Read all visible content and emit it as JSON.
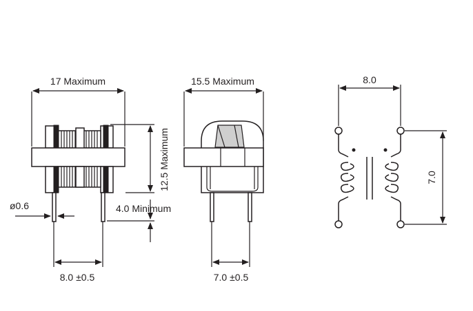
{
  "front_view": {
    "width_label": "17 Maximum",
    "height_label": "12.5 Maximum",
    "pin_diameter_label": "ø0.6",
    "lead_length_label": "4.0 Minimum",
    "pin_spacing_label": "8.0 ±0.5"
  },
  "side_view": {
    "width_label": "15.5 Maximum",
    "pin_spacing_label": "7.0 ±0.5"
  },
  "schematic": {
    "width_label": "8.0",
    "height_label": "7.0"
  }
}
